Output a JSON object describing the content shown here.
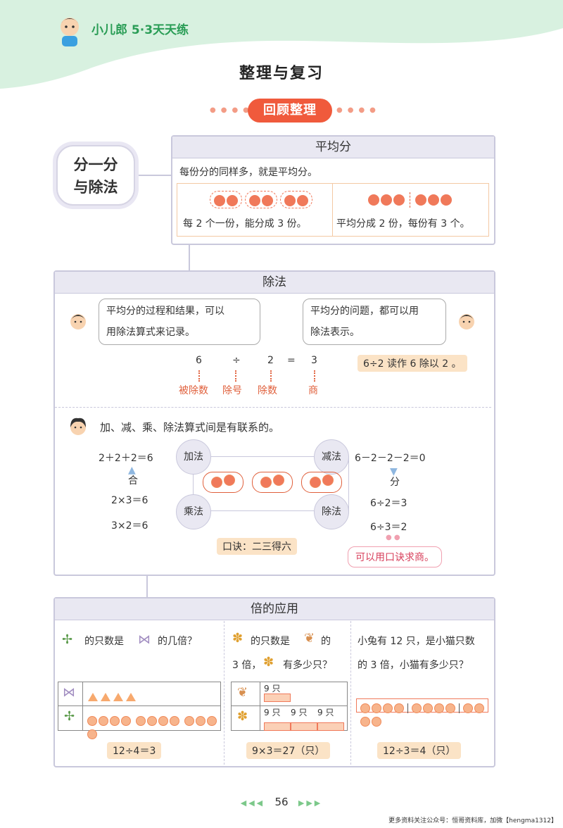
{
  "header": {
    "brand": "小儿郎",
    "series": "5·3天天练"
  },
  "page_title": "整理与复习",
  "section_pill": "回顾整理",
  "cloud_label_1": "分一分",
  "cloud_label_2": "与除法",
  "average": {
    "title": "平均分",
    "definition": "每份分的同样多，就是平均分。",
    "left_caption": "每 2 个一份，能分成 3 份。",
    "right_caption": "平均分成 2 份，每份有 3 个。"
  },
  "division": {
    "title": "除法",
    "bubble_left_1": "平均分的过程和结果，可以",
    "bubble_left_2": "用除法算式来记录。",
    "bubble_right_1": "平均分的问题，都可以用",
    "bubble_right_2": "除法表示。",
    "eq_6": "6",
    "eq_div": "÷",
    "eq_2": "2",
    "eq_eq": "=",
    "eq_3": "3",
    "lbl_dividend": "被除数",
    "lbl_sign": "除号",
    "lbl_divisor": "除数",
    "lbl_quotient": "商",
    "read_hint": "6÷2 读作 6 除以 2 。",
    "relation": "加、减、乘、除法算式间是有联系的。",
    "add_eq": "2＋2＋2＝6",
    "he": "合",
    "mul_eq_1": "2×3＝6",
    "mul_eq_2": "3×2＝6",
    "sub_eq": "6－2－2－2＝0",
    "fen": "分",
    "div_eq_1": "6÷2＝3",
    "div_eq_2": "6÷3＝2",
    "c_add": "加法",
    "c_sub": "减法",
    "c_mul": "乘法",
    "c_div": "除法",
    "mnemonic": "口诀：二三得六",
    "tip": "可以用口诀求商。"
  },
  "times": {
    "title": "倍的应用",
    "q1_a": "的只数是",
    "q1_b": "的几倍？",
    "q1_eq": "12÷4＝3",
    "q2_a": "的只数是",
    "q2_b": "的",
    "q2_c": "3 倍，",
    "q2_d": "有多少只？",
    "q2_top": "9 只",
    "q2_seg": "9 只",
    "q2_eq": "9×3＝27（只）",
    "q3_1": "小兔有 12 只，是小猫只数",
    "q3_2": "的 3 倍，小猫有多少只？",
    "q3_eq": "12÷3＝4（只）"
  },
  "footer": {
    "page": "56",
    "note": "更多资料关注公众号：恒哥资料库，加微【hengma1312】"
  },
  "colors": {
    "accent": "#f05a3c",
    "panel": "#e9e8f2",
    "hint": "#fbe3c6"
  }
}
